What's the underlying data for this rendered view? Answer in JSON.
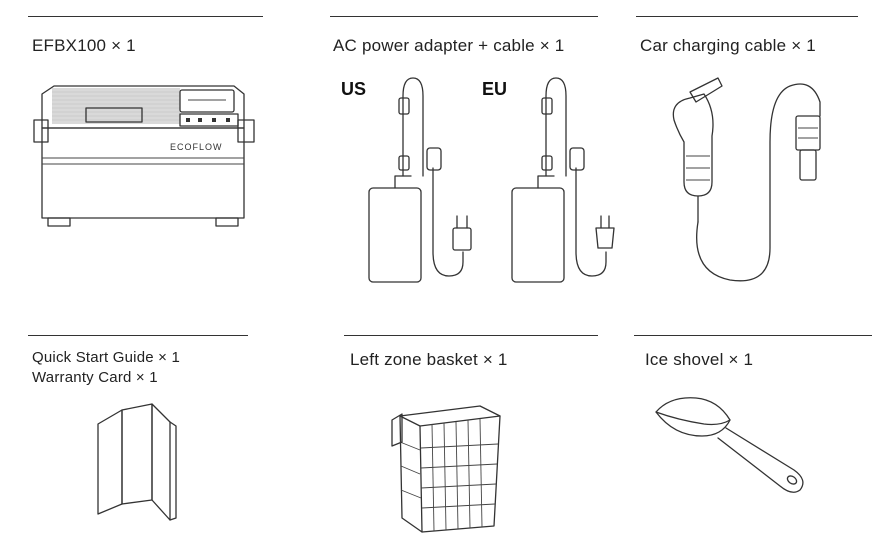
{
  "items": [
    {
      "label": "EFBX100 × 1"
    },
    {
      "label": "AC power adapter + cable × 1",
      "variants": [
        "US",
        "EU"
      ]
    },
    {
      "label": "Car charging cable × 1"
    },
    {
      "label_line1": "Quick Start Guide × 1",
      "label_line2": "Warranty Card × 1"
    },
    {
      "label": "Left zone basket × 1"
    },
    {
      "label": "Ice shovel × 1"
    }
  ],
  "brand_mark": "ECOFLOW"
}
